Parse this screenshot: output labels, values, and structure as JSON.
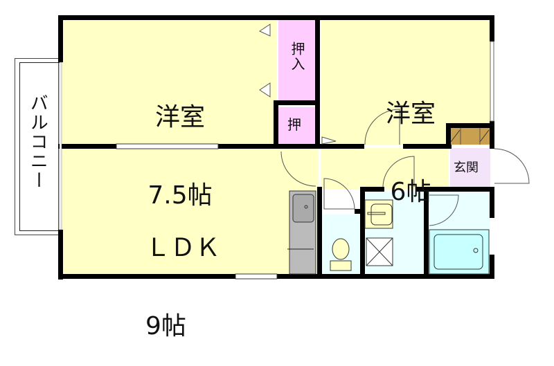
{
  "floor_plan": {
    "rooms": [
      {
        "id": "western-room-1",
        "name": "洋室",
        "size": "7.5帖"
      },
      {
        "id": "western-room-2",
        "name": "洋室",
        "size": "6帖"
      },
      {
        "id": "ldk",
        "name": "ＬＤＫ",
        "size": "9帖"
      },
      {
        "id": "closet-large",
        "name": "押入"
      },
      {
        "id": "closet-small",
        "name": "押"
      },
      {
        "id": "entrance",
        "name": "玄関"
      },
      {
        "id": "balcony",
        "name": "バルコニー"
      }
    ],
    "fixtures": [
      "kitchen-sink",
      "toilet",
      "washbasin",
      "washing-machine-pan",
      "bathtub",
      "shoe-cabinet"
    ],
    "colors": {
      "room_fill": "#ffffc6",
      "closet_fill": "#ffccff",
      "entrance_fill": "#f4e4fa",
      "wet_area_fill": "#eaffff",
      "bathtub_fill": "#c8ffff",
      "kitchen_fill": "#bbbbbb",
      "shoe_cabinet_fill": "#c8a050",
      "wall": "#000000"
    }
  }
}
